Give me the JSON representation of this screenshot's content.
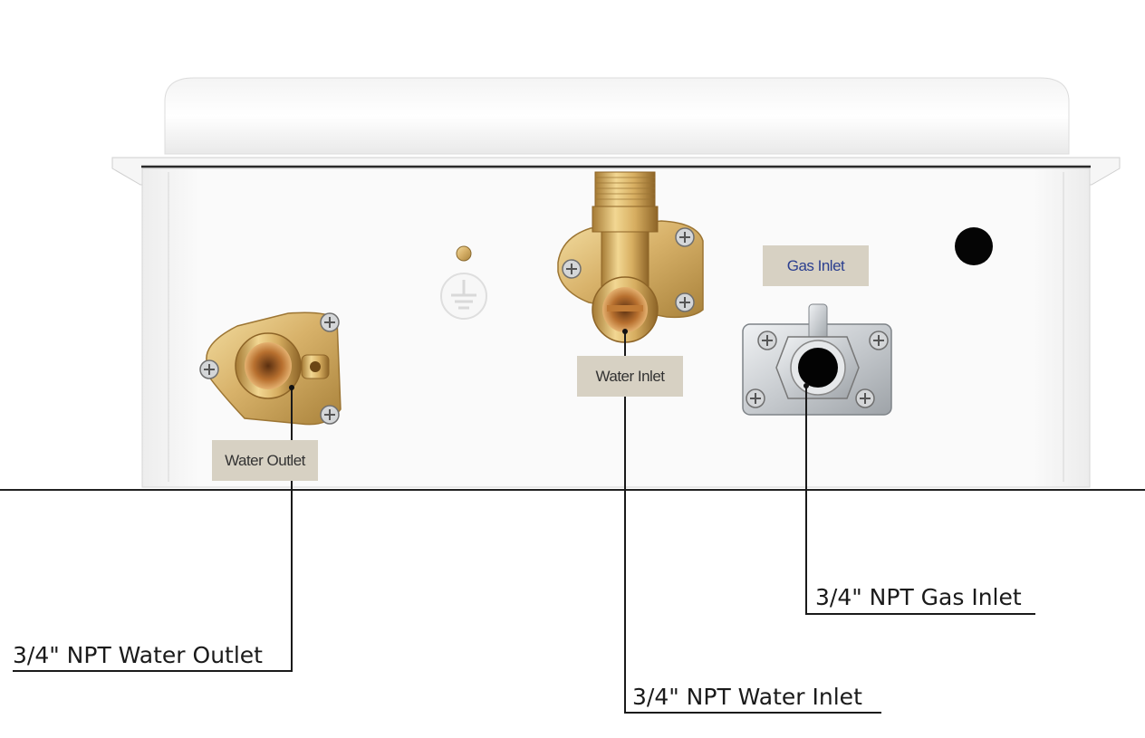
{
  "plates": {
    "gas_inlet": "Gas Inlet",
    "water_inlet": "Water Inlet",
    "water_outlet": "Water Outlet"
  },
  "callouts": {
    "water_outlet": "3/4\" NPT Water Outlet",
    "water_inlet": "3/4\" NPT Water Inlet",
    "gas_inlet": "3/4\" NPT Gas Inlet"
  },
  "colors": {
    "plate_bg": "#d7d1c3",
    "gas_plate_text": "#2b3f8f",
    "plate_text": "#333333",
    "brass": "#c9a25a",
    "steel": "#c8ccd0",
    "line": "#1a1a1a"
  }
}
